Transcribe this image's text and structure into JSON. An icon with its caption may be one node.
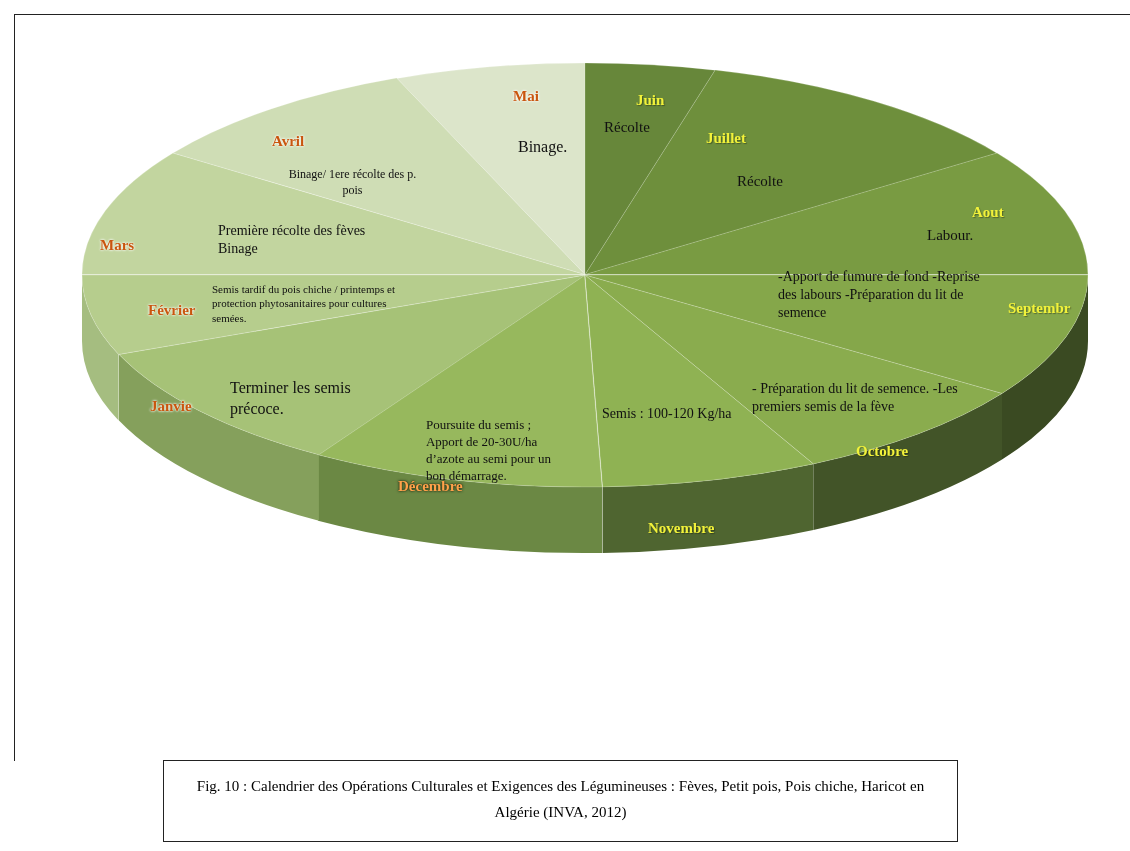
{
  "diagram": {
    "caption": "Fig. 10 : Calendrier des Opérations Culturales et Exigences des Légumineuses : Fèves, Petit pois, Pois chiche, Haricot en Algérie (INVA, 2012)",
    "nodes": [
      {
        "text": [
          "Mai",
          "Binage."
        ]
      },
      {
        "text": [
          "Juin",
          "Récolte"
        ]
      },
      {
        "text": [
          "Juillet",
          "Récolte"
        ]
      },
      {
        "text": [
          "Aout",
          "Labour."
        ]
      },
      {
        "text": [
          "-Apport de fumure de fond -Reprise des labours -Préparation du lit de semence",
          "Septembr"
        ]
      },
      {
        "text": [
          "- Préparation du lit de semence. -Les premiers semis de la fève",
          "Octobre"
        ]
      },
      {
        "text": [
          "Semis : 100-120 Kg/ha",
          "Novembre"
        ]
      },
      {
        "text": [
          "Poursuite du semis ; Apport de 20-30U/ha d’azote au semi pour un bon démarrage.",
          "Décembre"
        ]
      },
      {
        "text": [
          "Janvie",
          "Terminer les semis précoce."
        ]
      },
      {
        "text": [
          "Février",
          "Semis tardif du pois chiche / printemps et protection phytosanitaires pour cultures semées."
        ]
      },
      {
        "text": [
          "Mars",
          "Première récolte des fèves Binage"
        ]
      },
      {
        "text": [
          "Avril",
          "Binage/ 1ere récolte des p. pois"
        ]
      }
    ]
  }
}
